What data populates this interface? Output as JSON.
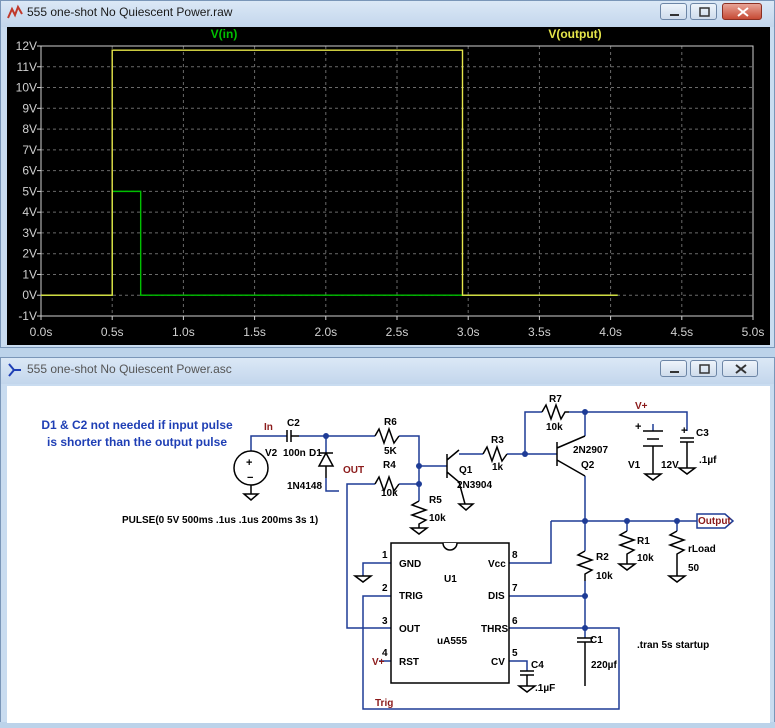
{
  "plot_window": {
    "title": "555 one-shot No Quiescent Power.raw",
    "icon": "waveform-icon",
    "controls": [
      "minimize-icon",
      "maximize-icon",
      "close-icon"
    ]
  },
  "schematic_window": {
    "title": "555 one-shot No Quiescent Power.asc",
    "icon": "schematic-icon",
    "controls": [
      "minimize-icon",
      "maximize-icon",
      "close-icon"
    ]
  },
  "chart_data": {
    "type": "line",
    "background": "#000000",
    "grid": true,
    "x": {
      "ticks": [
        "0.0s",
        "0.5s",
        "1.0s",
        "1.5s",
        "2.0s",
        "2.5s",
        "3.0s",
        "3.5s",
        "4.0s",
        "4.5s",
        "5.0s"
      ],
      "range": [
        0,
        5
      ]
    },
    "y": {
      "ticks": [
        "12V",
        "11V",
        "10V",
        "9V",
        "8V",
        "7V",
        "6V",
        "5V",
        "4V",
        "3V",
        "2V",
        "1V",
        "0V",
        "-1V"
      ],
      "range": [
        -1,
        12
      ]
    },
    "series": [
      {
        "name": "V(in)",
        "color": "#00c000",
        "points": [
          [
            0,
            0
          ],
          [
            0.5,
            0
          ],
          [
            0.5,
            5
          ],
          [
            0.7,
            5
          ],
          [
            0.7,
            0
          ],
          [
            4.05,
            0
          ]
        ]
      },
      {
        "name": "V(output)",
        "color": "#e6e64a",
        "points": [
          [
            0,
            0
          ],
          [
            0.5,
            0
          ],
          [
            0.5,
            11.8
          ],
          [
            2.96,
            11.8
          ],
          [
            2.96,
            0
          ],
          [
            4.05,
            0
          ]
        ]
      }
    ]
  },
  "schematic": {
    "note_line1": "D1 & C2 not needed if input pulse",
    "note_line2": "is shorter than the output pulse",
    "source_spec": "PULSE(0 5V 500ms .1us .1us 200ms 3s 1)",
    "directive": ".tran 5s startup",
    "nets": {
      "in": "In",
      "out": "OUT",
      "trig": "Trig",
      "output": "Output",
      "vplus1": "V+",
      "vplus2": "V+"
    },
    "components": {
      "c2": {
        "name": "C2",
        "value": "100n"
      },
      "v2": {
        "name": "V2"
      },
      "d1": {
        "name": "D1",
        "value": "1N4148"
      },
      "r6": {
        "name": "R6",
        "value": "5K"
      },
      "r4": {
        "name": "R4",
        "value": "10k"
      },
      "r5": {
        "name": "R5",
        "value": "10k"
      },
      "q1": {
        "name": "Q1",
        "value": "2N3904"
      },
      "r3": {
        "name": "R3",
        "value": "1k"
      },
      "r7": {
        "name": "R7",
        "value": "10k"
      },
      "q2": {
        "name": "Q2",
        "value": "2N2907"
      },
      "v1": {
        "name": "V1",
        "value": "12V"
      },
      "c3": {
        "name": "C3",
        "value": ".1µf"
      },
      "r1": {
        "name": "R1",
        "value": "10k"
      },
      "rload": {
        "name": "rLoad",
        "value": "50"
      },
      "r2": {
        "name": "R2",
        "value": "10k"
      },
      "c1": {
        "name": "C1",
        "value": "220µf"
      },
      "c4": {
        "name": "C4",
        "value": ".1µF"
      },
      "u1": {
        "name": "U1",
        "value": "uA555"
      }
    },
    "u1_pins": {
      "gnd": "GND",
      "trig": "TRIG",
      "out": "OUT",
      "rst": "RST",
      "vcc": "Vcc",
      "dis": "DIS",
      "thrs": "THRS",
      "cv": "CV",
      "n1": "1",
      "n2": "2",
      "n3": "3",
      "n4": "4",
      "n5": "5",
      "n6": "6",
      "n7": "7",
      "n8": "8"
    },
    "plus_sign": "+",
    "minus_sign": "−",
    "colors": {
      "wire": "#1e3c96",
      "label": "#1f3fb5",
      "net": "#8b1a1a",
      "component": "#000000"
    }
  }
}
